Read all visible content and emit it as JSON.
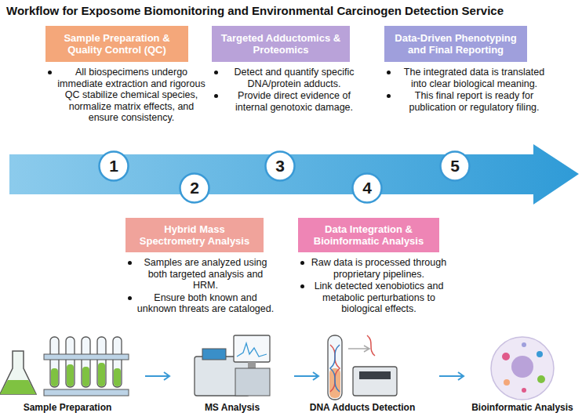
{
  "diagram": {
    "title": "Workflow for Exposome Biomonitoring and Environmental Carcinogen Detection Service",
    "nodes": [
      {
        "text": [
          "Sample Preparation & Quality Control (QC)",
          "All biospecimens undergo immediate extraction and rigorous QC stabilize chemical species, normalize matrix effects, and ensure consistency."
        ]
      },
      {
        "text": [
          "Hybrid Mass Spectrometry Analysis",
          "Samples are analyzed using both targeted analysis and HRM.",
          "Ensure both known and unknown threats are cataloged."
        ]
      },
      {
        "text": [
          "Targeted Adductomics & Proteomics",
          "Detect and quantify specific DNA/protein adducts.",
          "Provide direct evidence of internal genotoxic damage."
        ]
      },
      {
        "text": [
          "Data Integration & Bioinformatic Analysis",
          "Raw data is processed through proprietary pipelines.",
          "Link detected xenobiotics and metabolic perturbations to biological effects."
        ]
      },
      {
        "text": [
          "Data-Driven Phenotyping and Final Reporting",
          "The integrated data is translated into clear biological meaning.",
          "This final report is ready for publication or regulatory filing."
        ]
      },
      {
        "text": [
          "1"
        ]
      },
      {
        "text": [
          "2"
        ]
      },
      {
        "text": [
          "3"
        ]
      },
      {
        "text": [
          "4"
        ]
      },
      {
        "text": [
          "5"
        ]
      }
    ],
    "labels": [
      "Sample Preparation",
      "MS Analysis",
      "DNA Adducts Detection",
      "Bioinformatic Analysis"
    ]
  }
}
